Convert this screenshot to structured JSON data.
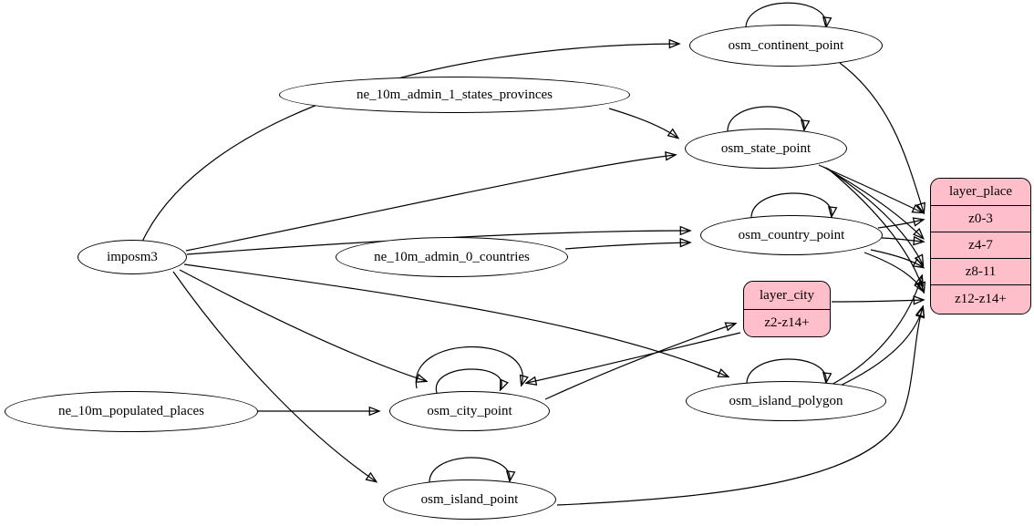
{
  "diagram": {
    "type": "graphviz-etl-flow",
    "colors": {
      "background": "#ffffff",
      "node_fill": "#ffffff",
      "record_fill": "#ffbfca",
      "stroke": "#000000"
    },
    "nodes": {
      "imposm3": {
        "label": "imposm3",
        "shape": "ellipse"
      },
      "ne_10m_admin_1_states_provinces": {
        "label": "ne_10m_admin_1_states_provinces",
        "shape": "ellipse"
      },
      "ne_10m_admin_0_countries": {
        "label": "ne_10m_admin_0_countries",
        "shape": "ellipse"
      },
      "ne_10m_populated_places": {
        "label": "ne_10m_populated_places",
        "shape": "ellipse"
      },
      "osm_continent_point": {
        "label": "osm_continent_point",
        "shape": "ellipse"
      },
      "osm_state_point": {
        "label": "osm_state_point",
        "shape": "ellipse"
      },
      "osm_country_point": {
        "label": "osm_country_point",
        "shape": "ellipse"
      },
      "osm_city_point": {
        "label": "osm_city_point",
        "shape": "ellipse"
      },
      "osm_island_polygon": {
        "label": "osm_island_polygon",
        "shape": "ellipse"
      },
      "osm_island_point": {
        "label": "osm_island_point",
        "shape": "ellipse"
      }
    },
    "records": {
      "layer_place": {
        "title": "layer_place",
        "rows": [
          "z0-3",
          "z4-7",
          "z8-11",
          "z12-z14+"
        ]
      },
      "layer_city": {
        "title": "layer_city",
        "rows": [
          "z2-z14+"
        ]
      }
    },
    "edges": [
      {
        "from": "imposm3",
        "to": "osm_continent_point"
      },
      {
        "from": "imposm3",
        "to": "osm_state_point"
      },
      {
        "from": "imposm3",
        "to": "osm_country_point"
      },
      {
        "from": "imposm3",
        "to": "osm_city_point"
      },
      {
        "from": "imposm3",
        "to": "osm_island_polygon"
      },
      {
        "from": "imposm3",
        "to": "osm_island_point"
      },
      {
        "from": "ne_10m_admin_1_states_provinces",
        "to": "osm_state_point"
      },
      {
        "from": "ne_10m_admin_0_countries",
        "to": "osm_country_point"
      },
      {
        "from": "ne_10m_populated_places",
        "to": "osm_city_point"
      },
      {
        "from": "osm_continent_point",
        "to": "osm_continent_point"
      },
      {
        "from": "osm_state_point",
        "to": "osm_state_point"
      },
      {
        "from": "osm_country_point",
        "to": "osm_country_point"
      },
      {
        "from": "osm_city_point",
        "to": "osm_city_point"
      },
      {
        "from": "osm_city_point",
        "to": "osm_city_point"
      },
      {
        "from": "osm_island_polygon",
        "to": "osm_island_polygon"
      },
      {
        "from": "osm_island_point",
        "to": "osm_island_point"
      },
      {
        "from": "osm_continent_point",
        "to": "layer_place:z0-3"
      },
      {
        "from": "osm_state_point",
        "to": "layer_place:z0-3"
      },
      {
        "from": "osm_state_point",
        "to": "layer_place:z4-7"
      },
      {
        "from": "osm_state_point",
        "to": "layer_place:z8-11"
      },
      {
        "from": "osm_state_point",
        "to": "layer_place:z12-z14+"
      },
      {
        "from": "osm_country_point",
        "to": "layer_place:z0-3"
      },
      {
        "from": "osm_country_point",
        "to": "layer_place:z4-7"
      },
      {
        "from": "osm_country_point",
        "to": "layer_place:z8-11"
      },
      {
        "from": "osm_country_point",
        "to": "layer_place:z12-z14+"
      },
      {
        "from": "osm_city_point",
        "to": "layer_city:z2-z14+"
      },
      {
        "from": "layer_city:z2-z14+",
        "to": "osm_city_point"
      },
      {
        "from": "layer_city:z2-z14+",
        "to": "layer_place:z12-z14+"
      },
      {
        "from": "osm_island_polygon",
        "to": "layer_place:z8-11"
      },
      {
        "from": "osm_island_polygon",
        "to": "layer_place:z12-z14+"
      },
      {
        "from": "osm_island_point",
        "to": "layer_place:z12-z14+"
      }
    ]
  }
}
